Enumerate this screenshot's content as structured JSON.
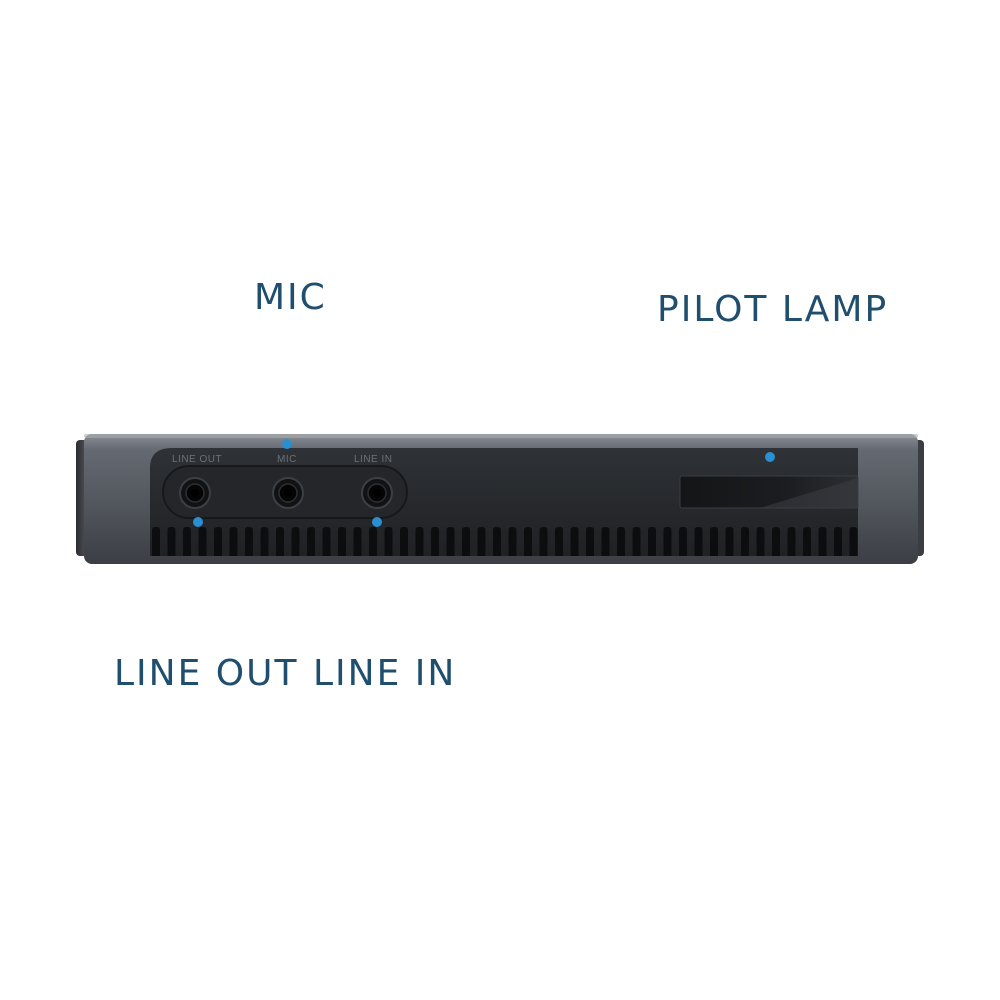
{
  "callouts": {
    "mic": "MIC",
    "pilot_lamp": "PILOT LAMP",
    "line_out": "LINE OUT",
    "line_in": "LINE IN"
  },
  "device": {
    "port_labels": {
      "line_out": "LINE OUT",
      "mic": "MIC",
      "line_in": "LINE IN"
    }
  },
  "colors": {
    "callout_text": "#1f4e6e",
    "leader_line": "#2a8fd0",
    "device_frame": "#595e66",
    "device_face": "#27292d",
    "vent": "#0c0d0f"
  }
}
